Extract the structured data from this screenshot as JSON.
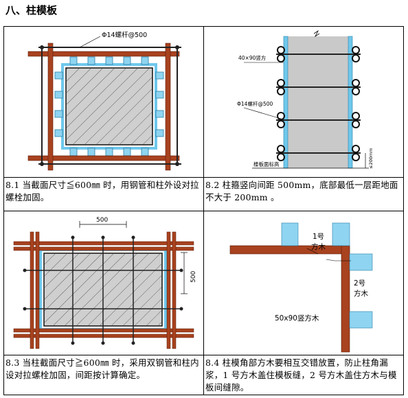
{
  "heading": "八、柱模板",
  "panels": [
    {
      "caption": "8.1 当截面尺寸≦600㎜ 时，用钢管和柱外设对拉螺栓加固。",
      "label_bolt": "Φ14螺杆@500"
    },
    {
      "caption": "8.2 柱箍竖向间距 500mm，底部最低一层距地面不大于 200mm 。",
      "label_wood": "40×90竖方",
      "label_bolt": "Φ14螺杆@500",
      "label_floor": "楼板面标高",
      "label_dim": "≤200mm"
    },
    {
      "caption": "8.3 当柱截面尺寸≧600㎜ 时，采用双钢管和柱内设对拉螺栓加固，间距按计算确定。",
      "dim_h": "500",
      "dim_v": "500"
    },
    {
      "caption": "8.4 柱模角部方木要相互交错放置，防止柱角漏浆，1 号方木盖住模板缝，2 号方木盖住方木与模板间缝隙。",
      "label_1a": "1号",
      "label_1b": "方木",
      "label_2a": "2号",
      "label_2b": "方木",
      "label_3": "50x90竖方木"
    }
  ]
}
